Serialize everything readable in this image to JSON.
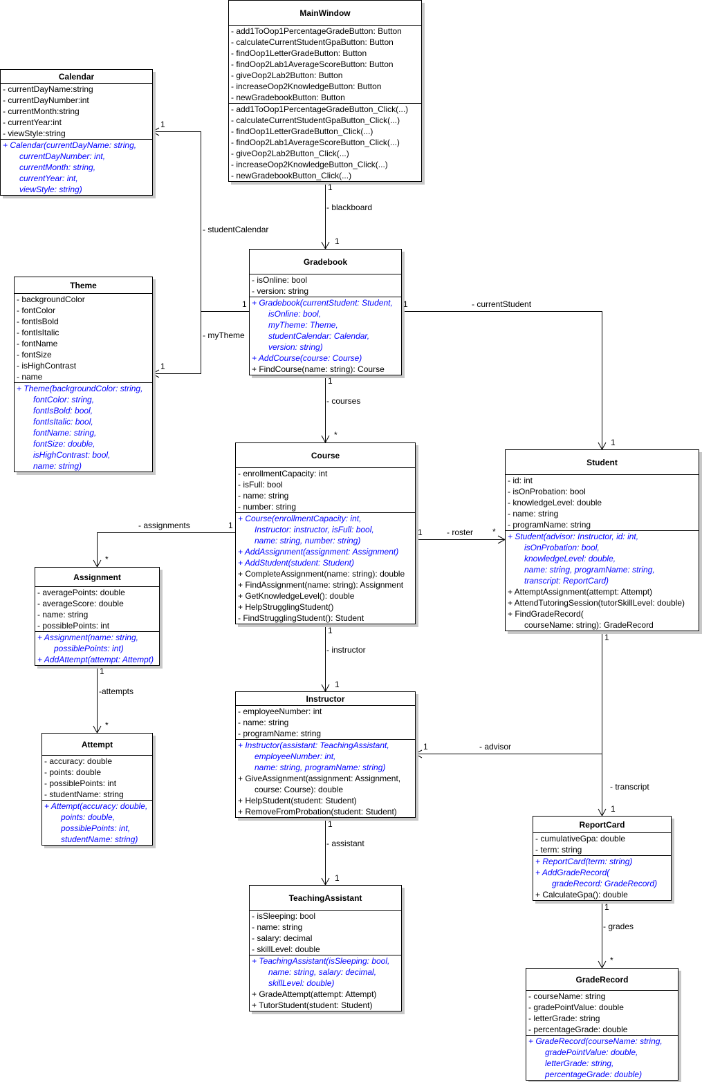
{
  "classes": [
    {
      "id": "mainwindow",
      "name": "MainWindow",
      "attributes": [
        "- add1ToOop1PercentageGradeButton: Button",
        "- calculateCurrentStudentGpaButton: Button",
        "- findOop1LetterGradeButton: Button",
        "- findOop2Lab1AverageScoreButton: Button",
        "- giveOop2Lab2Button: Button",
        "- increaseOop2KnowledgeButton: Button",
        "- newGradebookButton: Button"
      ],
      "methods": [
        {
          "text": "- add1ToOop1PercentageGradeButton_Click(...)"
        },
        {
          "text": "- calculateCurrentStudentGpaButton_Click(...)"
        },
        {
          "text": "- findOop1LetterGradeButton_Click(...)"
        },
        {
          "text": "- findOop2Lab1AverageScoreButton_Click(...)"
        },
        {
          "text": "- giveOop2Lab2Button_Click(...)"
        },
        {
          "text": "- increaseOop2KnowledgeButton_Click(...)"
        },
        {
          "text": "- newGradebookButton_Click(...)"
        }
      ]
    },
    {
      "id": "calendar",
      "name": "Calendar",
      "attributes": [
        "- currentDayName:string",
        "- currentDayNumber:int",
        "- currentMonth:string",
        "- currentYear:int",
        "- viewStyle:string"
      ],
      "methods": [
        {
          "text": "+ Calendar(currentDayName: string,",
          "ctor": true
        },
        {
          "text": "currentDayNumber: int,",
          "ctor": true,
          "cont": true
        },
        {
          "text": "currentMonth: string,",
          "ctor": true,
          "cont": true
        },
        {
          "text": "currentYear: int,",
          "ctor": true,
          "cont": true
        },
        {
          "text": "viewStyle: string)",
          "ctor": true,
          "cont": true
        }
      ]
    },
    {
      "id": "theme",
      "name": "Theme",
      "attributes": [
        "- backgroundColor",
        "- fontColor",
        "- fontIsBold",
        "- fontIsItalic",
        "- fontName",
        "- fontSize",
        "- isHighContrast",
        "- name"
      ],
      "methods": [
        {
          "text": "+ Theme(backgroundColor: string,",
          "ctor": true
        },
        {
          "text": "fontColor: string,",
          "ctor": true,
          "cont": true
        },
        {
          "text": "fontIsBold: bool,",
          "ctor": true,
          "cont": true
        },
        {
          "text": "fontIsItalic: bool,",
          "ctor": true,
          "cont": true
        },
        {
          "text": "fontName: string,",
          "ctor": true,
          "cont": true
        },
        {
          "text": "fontSize: double,",
          "ctor": true,
          "cont": true
        },
        {
          "text": "isHighContrast: bool,",
          "ctor": true,
          "cont": true
        },
        {
          "text": "name: string)",
          "ctor": true,
          "cont": true
        }
      ]
    },
    {
      "id": "gradebook",
      "name": "Gradebook",
      "attributes": [
        "- isOnline: bool",
        "- version: string"
      ],
      "methods": [
        {
          "text": "+ Gradebook(currentStudent: Student,",
          "ctor": true
        },
        {
          "text": "isOnline: bool,",
          "ctor": true,
          "cont": true
        },
        {
          "text": "myTheme: Theme,",
          "ctor": true,
          "cont": true
        },
        {
          "text": "studentCalendar: Calendar,",
          "ctor": true,
          "cont": true
        },
        {
          "text": "version: string)",
          "ctor": true,
          "cont": true
        },
        {
          "text": "+ AddCourse(course: Course)",
          "ctor": true
        },
        {
          "text": "+ FindCourse(name: string): Course"
        }
      ]
    },
    {
      "id": "course",
      "name": "Course",
      "attributes": [
        "- enrollmentCapacity: int",
        "- isFull: bool",
        "- name: string",
        "- number: string"
      ],
      "methods": [
        {
          "text": "+ Course(enrollmentCapacity: int,",
          "ctor": true
        },
        {
          "text": "Instructor: instructor, isFull: bool,",
          "ctor": true,
          "cont": true
        },
        {
          "text": "name: string, number: string)",
          "ctor": true,
          "cont": true
        },
        {
          "text": "+ AddAssignment(assignment: Assignment)",
          "ctor": true
        },
        {
          "text": "+ AddStudent(student: Student)",
          "ctor": true
        },
        {
          "text": "+ CompleteAssignment(name: string): double"
        },
        {
          "text": "+ FindAssignment(name: string): Assignment"
        },
        {
          "text": "+ GetKnowledgeLevel(): double"
        },
        {
          "text": "+ HelpStrugglingStudent()"
        },
        {
          "text": "- FindStrugglingStudent(): Student"
        }
      ]
    },
    {
      "id": "student",
      "name": "Student",
      "attributes": [
        "- id: int",
        "- isOnProbation: bool",
        "- knowledgeLevel: double",
        "- name: string",
        "- programName: string"
      ],
      "methods": [
        {
          "text": "+ Student(advisor: Instructor, id: int,",
          "ctor": true
        },
        {
          "text": "isOnProbation: bool,",
          "ctor": true,
          "cont": true
        },
        {
          "text": "knowledgeLevel: double,",
          "ctor": true,
          "cont": true
        },
        {
          "text": "name: string, programName: string,",
          "ctor": true,
          "cont": true
        },
        {
          "text": "transcript: ReportCard)",
          "ctor": true,
          "cont": true
        },
        {
          "text": "+ AttemptAssignment(attempt: Attempt)"
        },
        {
          "text": "+ AttendTutoringSession(tutorSkillLevel: double)"
        },
        {
          "text": "+ FindGradeRecord("
        },
        {
          "text": "courseName: string): GradeRecord",
          "cont": true
        }
      ]
    },
    {
      "id": "assignment",
      "name": "Assignment",
      "attributes": [
        "- averagePoints: double",
        "- averageScore: double",
        "- name: string",
        "- possiblePoints: int"
      ],
      "methods": [
        {
          "text": "+ Assignment(name: string,",
          "ctor": true
        },
        {
          "text": "possiblePoints: int)",
          "ctor": true,
          "cont": true
        },
        {
          "text": "+ AddAttempt(attempt: Attempt)",
          "ctor": true
        }
      ]
    },
    {
      "id": "attempt",
      "name": "Attempt",
      "attributes": [
        "- accuracy: double",
        "- points: double",
        "- possiblePoints: int",
        "- studentName: string"
      ],
      "methods": [
        {
          "text": "+ Attempt(accuracy: double,",
          "ctor": true
        },
        {
          "text": "points: double,",
          "ctor": true,
          "cont": true
        },
        {
          "text": "possiblePoints: int,",
          "ctor": true,
          "cont": true
        },
        {
          "text": "studentName: string)",
          "ctor": true,
          "cont": true
        }
      ]
    },
    {
      "id": "instructor",
      "name": "Instructor",
      "attributes": [
        "- employeeNumber: int",
        "- name: string",
        "- programName: string"
      ],
      "methods": [
        {
          "text": "+ Instructor(assistant: TeachingAssistant,",
          "ctor": true
        },
        {
          "text": "employeeNumber: int,",
          "ctor": true,
          "cont": true
        },
        {
          "text": "name: string, programName: string)",
          "ctor": true,
          "cont": true
        },
        {
          "text": "+ GiveAssignment(assignment: Assignment,"
        },
        {
          "text": "course: Course): double",
          "cont": true
        },
        {
          "text": "+ HelpStudent(student: Student)"
        },
        {
          "text": "+ RemoveFromProbation(student: Student)"
        }
      ]
    },
    {
      "id": "teachingassistant",
      "name": "TeachingAssistant",
      "attributes": [
        "- isSleeping: bool",
        "- name: string",
        "- salary: decimal",
        "- skillLevel: double"
      ],
      "methods": [
        {
          "text": "+ TeachingAssistant(isSleeping: bool,",
          "ctor": true
        },
        {
          "text": "name: string, salary: decimal,",
          "ctor": true,
          "cont": true
        },
        {
          "text": "skillLevel: double)",
          "ctor": true,
          "cont": true
        },
        {
          "text": "+ GradeAttempt(attempt: Attempt)"
        },
        {
          "text": "+ TutorStudent(student: Student)"
        }
      ]
    },
    {
      "id": "reportcard",
      "name": "ReportCard",
      "attributes": [
        "- cumulativeGpa: double",
        "- term: string"
      ],
      "methods": [
        {
          "text": "+ ReportCard(term: string)",
          "ctor": true
        },
        {
          "text": "+ AddGradeRecord(",
          "ctor": true
        },
        {
          "text": "gradeRecord: GradeRecord)",
          "ctor": true,
          "cont": true
        },
        {
          "text": "+ CalculateGpa(): double"
        }
      ]
    },
    {
      "id": "graderecord",
      "name": "GradeRecord",
      "attributes": [
        "- courseName: string",
        "- gradePointValue: double",
        "- letterGrade: string",
        "- percentageGrade: double"
      ],
      "methods": [
        {
          "text": "+ GradeRecord(courseName: string,",
          "ctor": true
        },
        {
          "text": "gradePointValue: double,",
          "ctor": true,
          "cont": true
        },
        {
          "text": "letterGrade: string,",
          "ctor": true,
          "cont": true
        },
        {
          "text": "percentageGrade: double)",
          "ctor": true,
          "cont": true
        }
      ]
    }
  ],
  "associations": [
    {
      "from": "MainWindow",
      "to": "Gradebook",
      "role": "- blackboard",
      "from_mult": "1",
      "to_mult": "1"
    },
    {
      "from": "Gradebook",
      "to": "Calendar",
      "role": "- studentCalendar",
      "from_mult": "1",
      "to_mult": "1"
    },
    {
      "from": "Gradebook",
      "to": "Theme",
      "role": "- myTheme",
      "to_mult": "1"
    },
    {
      "from": "Gradebook",
      "to": "Student",
      "role": "- currentStudent",
      "from_mult": "1",
      "to_mult": "1"
    },
    {
      "from": "Gradebook",
      "to": "Course",
      "role": "- courses",
      "from_mult": "1",
      "to_mult": "*"
    },
    {
      "from": "Course",
      "to": "Assignment",
      "role": "- assignments",
      "from_mult": "1",
      "to_mult": "*"
    },
    {
      "from": "Course",
      "to": "Student",
      "role": "- roster",
      "from_mult": "1",
      "to_mult": "*"
    },
    {
      "from": "Course",
      "to": "Instructor",
      "role": "- instructor",
      "from_mult": "1",
      "to_mult": "1"
    },
    {
      "from": "Assignment",
      "to": "Attempt",
      "role": "-attempts",
      "from_mult": "1",
      "to_mult": "*"
    },
    {
      "from": "Student",
      "to": "Instructor",
      "role": "- advisor",
      "from_mult": "1",
      "to_mult": "1"
    },
    {
      "from": "Student",
      "to": "ReportCard",
      "role": "- transcript",
      "to_mult": "1"
    },
    {
      "from": "Instructor",
      "to": "TeachingAssistant",
      "role": "- assistant",
      "from_mult": "1",
      "to_mult": "1"
    },
    {
      "from": "ReportCard",
      "to": "GradeRecord",
      "role": "- grades",
      "from_mult": "1",
      "to_mult": "*"
    }
  ],
  "colors": {
    "constructor": "#0000ff",
    "line": "#000000",
    "shadow": "#c8c8c8"
  }
}
